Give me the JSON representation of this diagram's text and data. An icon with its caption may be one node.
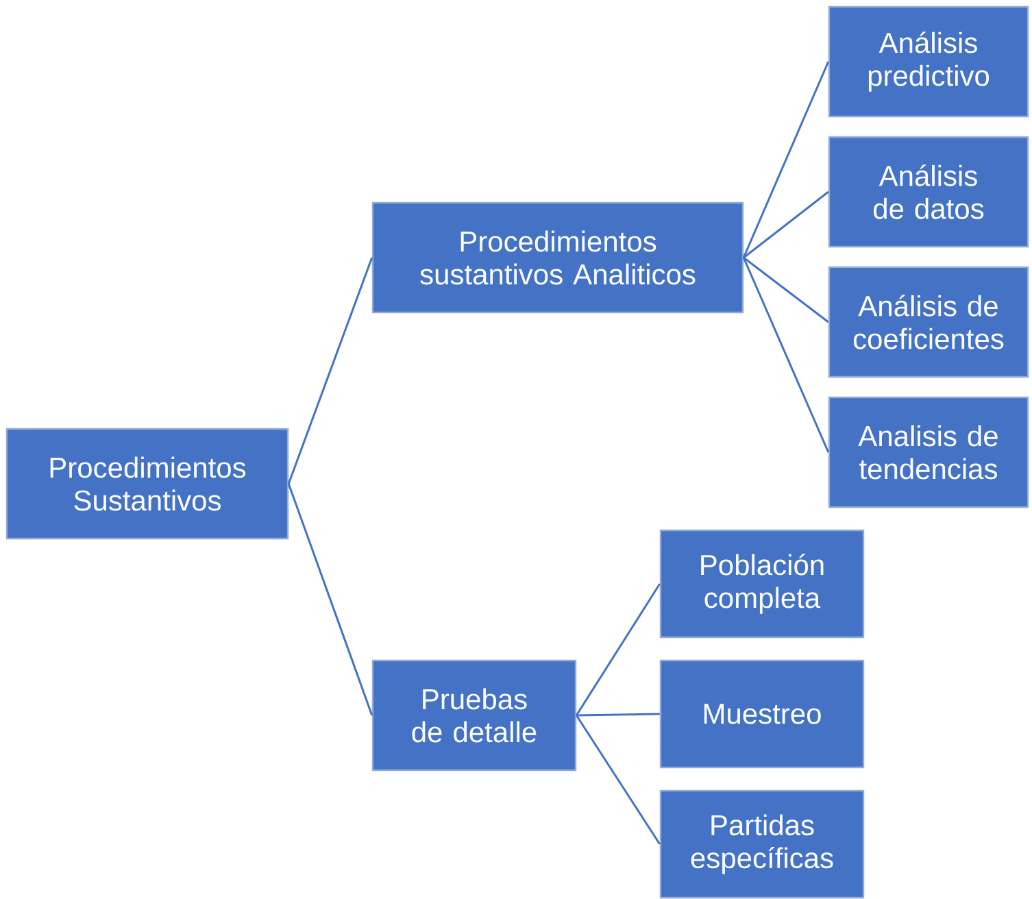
{
  "diagram": {
    "nodes": [
      {
        "text": [
          "Procedimientos Sustantivos"
        ]
      },
      {
        "text": [
          "Procedimientos sustantivos Analiticos"
        ]
      },
      {
        "text": [
          "Análisis predictivo"
        ]
      },
      {
        "text": [
          "Análisis de datos"
        ]
      },
      {
        "text": [
          "Análisis de coeficientes"
        ]
      },
      {
        "text": [
          "Analisis de tendencias"
        ]
      },
      {
        "text": [
          "Pruebas de detalle"
        ]
      },
      {
        "text": [
          "Población completa"
        ]
      },
      {
        "text": [
          "Muestreo"
        ]
      },
      {
        "text": [
          "Partidas específicas"
        ]
      }
    ],
    "edges": [
      {
        "from": 0,
        "to": 1,
        "arrow": "none"
      },
      {
        "from": 0,
        "to": 6,
        "arrow": "none"
      },
      {
        "from": 1,
        "to": 2,
        "arrow": "none"
      },
      {
        "from": 1,
        "to": 3,
        "arrow": "none"
      },
      {
        "from": 1,
        "to": 4,
        "arrow": "none"
      },
      {
        "from": 1,
        "to": 5,
        "arrow": "none"
      },
      {
        "from": 6,
        "to": 7,
        "arrow": "none"
      },
      {
        "from": 6,
        "to": 8,
        "arrow": "none"
      },
      {
        "from": 6,
        "to": 9,
        "arrow": "none"
      }
    ]
  }
}
